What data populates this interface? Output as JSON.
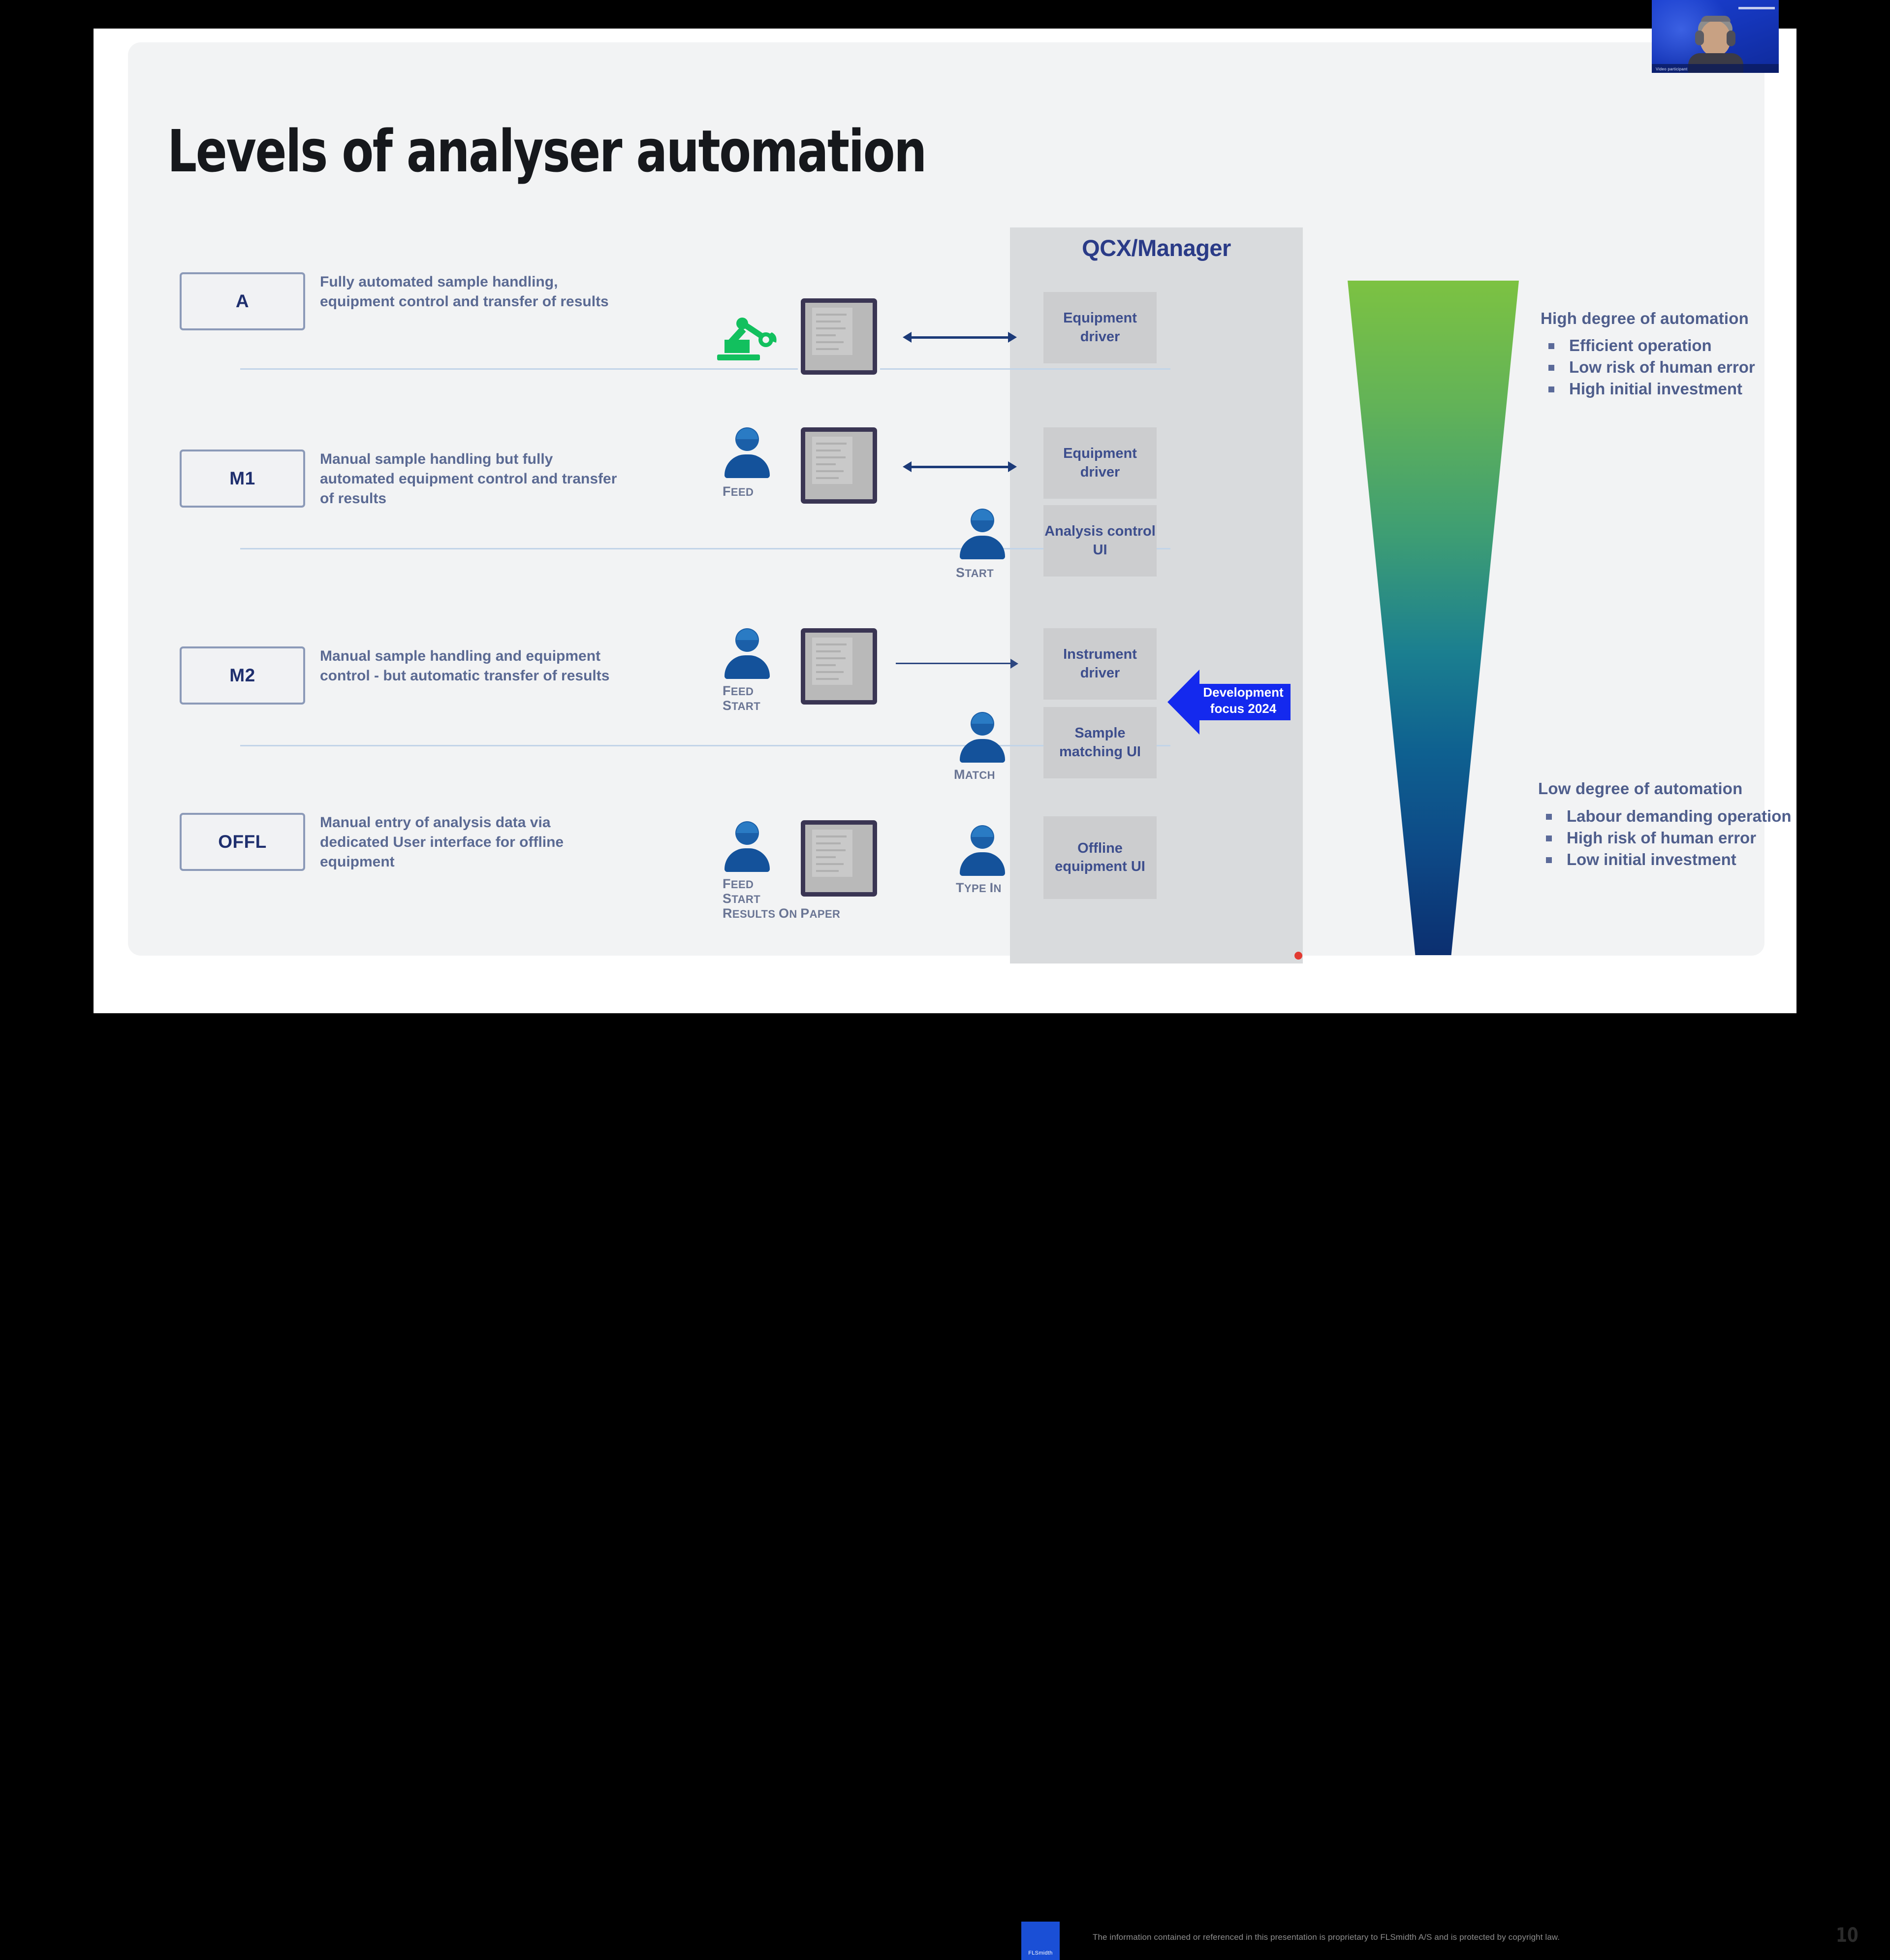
{
  "slide": {
    "title": "Levels of analyser automation",
    "page_number": "10"
  },
  "qcx": {
    "header": "QCX/Manager"
  },
  "levels": [
    {
      "code": "A",
      "description": "Fully automated sample handling, equipment control and transfer of results",
      "actor_icon": "robot-arm-icon",
      "actor_labels": [],
      "qcx_boxes": [
        "Equipment driver"
      ],
      "connector": "double-arrow"
    },
    {
      "code": "M1",
      "description": "Manual sample handling but fully automated equipment control and transfer of results",
      "actor_icon": "person-icon",
      "actor_labels": [
        "Feed"
      ],
      "qcx_boxes": [
        "Equipment driver",
        "Analysis control UI"
      ],
      "connector": "double-arrow",
      "second_actor_labels": [
        "Start"
      ]
    },
    {
      "code": "M2",
      "description": "Manual sample handling and equipment control - but automatic transfer of results",
      "actor_icon": "person-icon",
      "actor_labels": [
        "Feed",
        "Start"
      ],
      "qcx_boxes": [
        "Instrument driver",
        "Sample matching UI"
      ],
      "connector": "single-arrow",
      "second_actor_labels": [
        "Match"
      ]
    },
    {
      "code": "OFFL",
      "description": "Manual entry of analysis data via dedicated User interface for offline equipment",
      "actor_icon": "person-icon",
      "actor_labels": [
        "Feed",
        "Start",
        "Results on paper"
      ],
      "qcx_boxes": [
        "Offline equipment UI"
      ],
      "connector": "none",
      "second_actor_labels": [
        "Type in"
      ]
    }
  ],
  "dev_focus": {
    "line1": "Development",
    "line2": "focus 2024"
  },
  "funnel": {
    "top_color": "#7cc242",
    "bottom_color": "#0c2f70"
  },
  "side_top": {
    "heading": "High degree of automation",
    "bullets": [
      "Efficient operation",
      "Low risk of human error",
      "High initial investment"
    ]
  },
  "side_bottom": {
    "heading": "Low degree of automation",
    "bullets": [
      "Labour demanding operation",
      "High risk of human error",
      "Low initial investment"
    ]
  },
  "footer": {
    "logo_text": "FLSmidth",
    "disclaimer": "The information contained or referenced in this presentation is proprietary to FLSmidth A/S and is protected by copyright law.",
    "page_number": "10"
  },
  "webcam": {
    "participant": "Video participant"
  }
}
